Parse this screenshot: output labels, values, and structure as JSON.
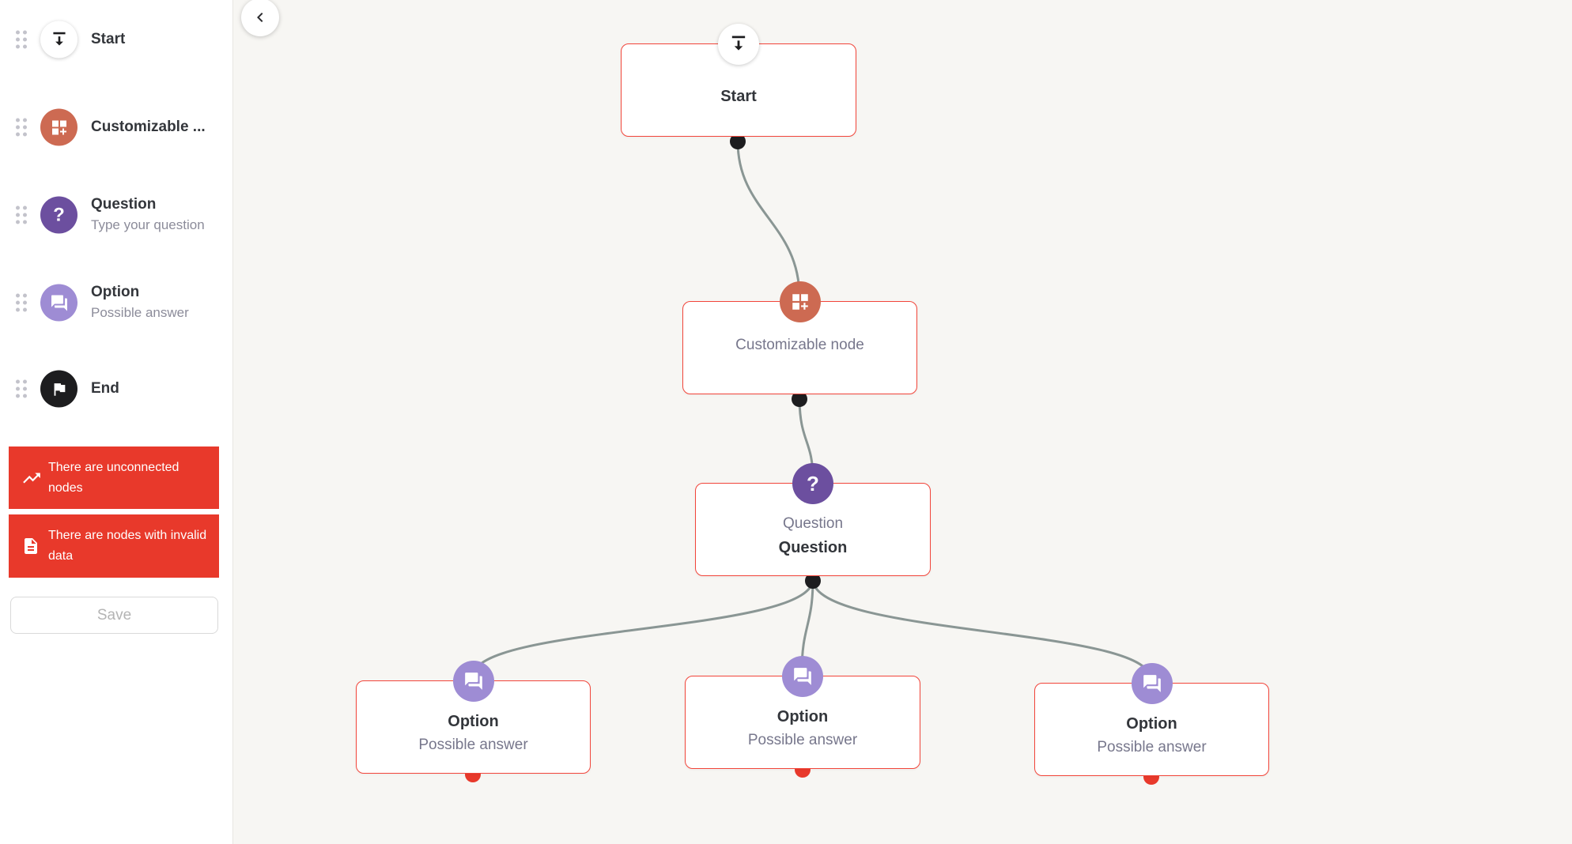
{
  "sidebar": {
    "palette": [
      {
        "label": "Start"
      },
      {
        "label": "Customizable ..."
      },
      {
        "label": "Question",
        "subtitle": "Type your question"
      },
      {
        "label": "Option",
        "subtitle": "Possible answer"
      },
      {
        "label": "End"
      }
    ],
    "warnings": [
      {
        "text": "There are unconnected nodes",
        "icon": "trending-up-icon"
      },
      {
        "text": "There are nodes with invalid data",
        "icon": "document-icon"
      }
    ],
    "save_label": "Save"
  },
  "canvas": {
    "back_icon": "chevron-left-icon",
    "nodes": {
      "start": {
        "title": "Start",
        "icon": "start-arrow-icon"
      },
      "customizable": {
        "title": "Customizable node",
        "icon": "dashboard-customize-icon"
      },
      "question": {
        "type_label": "Question",
        "title": "Question",
        "icon": "question-mark-icon"
      },
      "option1": {
        "title": "Option",
        "subtitle": "Possible answer",
        "icon": "forum-icon"
      },
      "option2": {
        "title": "Option",
        "subtitle": "Possible answer",
        "icon": "forum-icon"
      },
      "option3": {
        "title": "Option",
        "subtitle": "Possible answer",
        "icon": "forum-icon"
      }
    }
  },
  "colors": {
    "danger": "#e8392b",
    "node_border": "#f2453a",
    "orange": "#cd6a52",
    "purple": "#6c4f9f",
    "purple_light": "#9e8cd4",
    "node_black": "#1d1d1f",
    "edge": "#8a9694",
    "canvas_bg": "#f7f6f3"
  }
}
